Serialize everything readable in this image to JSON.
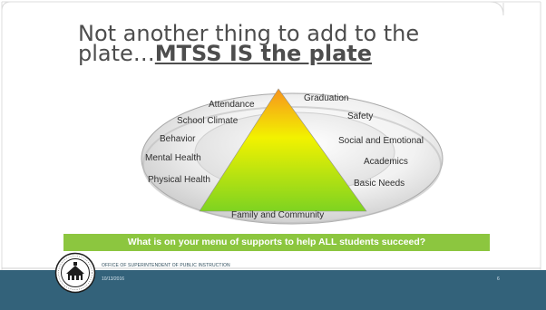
{
  "slide": {
    "title_line1": "Not another thing to add to the",
    "title_line2_prefix": "plate…",
    "title_line2_emphasis": "MTSS IS the plate",
    "banner": "What is on your menu of supports to help ALL students succeed?",
    "office": "OFFICE OF SUPERINTENDENT OF PUBLIC INSTRUCTION",
    "date": "10/13/2016",
    "page_number": "6"
  },
  "plate_labels": {
    "attendance": "Attendance",
    "school_climate": "School Climate",
    "behavior": "Behavior",
    "mental_health": "Mental Health",
    "physical_health": "Physical Health",
    "graduation": "Graduation",
    "safety": "Safety",
    "social_emotional": "Social and Emotional",
    "academics": "Academics",
    "basic_needs": "Basic Needs",
    "family_community": "Family and Community"
  },
  "colors": {
    "footer": "#33627a",
    "banner": "#8cc63f",
    "triangle_top": "#f7941d",
    "triangle_mid": "#f2f200",
    "triangle_bottom": "#7ed321"
  }
}
